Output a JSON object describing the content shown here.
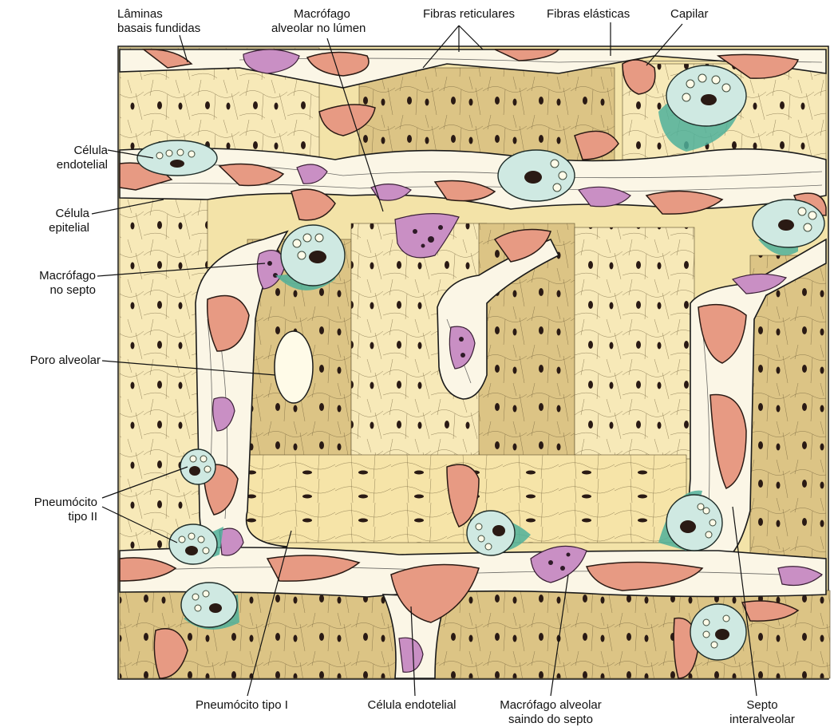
{
  "labels": {
    "laminas_basais": [
      "Lâminas",
      "basais fundidas"
    ],
    "macrofago_lumen": [
      "Macrófago",
      "alveolar no lúmen"
    ],
    "fibras_reticulares": "Fibras reticulares",
    "fibras_elasticas": "Fibras elásticas",
    "capilar": "Capilar",
    "celula_endotelial_left": [
      "Célula",
      "endotelial"
    ],
    "celula_epitelial": [
      "Célula",
      "epitelial"
    ],
    "macrofago_septo": [
      "Macrófago",
      "no septo"
    ],
    "poro_alveolar": "Poro alveolar",
    "pneumocito_ii": [
      "Pneumócito",
      "tipo II"
    ],
    "pneumocito_i": "Pneumócito tipo I",
    "celula_endotelial_bottom": "Célula endotelial",
    "macrofago_saindo": [
      "Macrófago alveolar",
      "saindo do septo"
    ],
    "septo_interalveolar": [
      "Septo",
      "interalveolar"
    ]
  },
  "colors": {
    "alveolar_wall": "#f5e7b3",
    "alveolar_shade": "#d9c48a",
    "capillary_rbc": "#e79a83",
    "macrophage": "#c98fc4",
    "pneumocyte_ii": "#cfe9e2",
    "pneumocyte_fuzz": "#4fb09a",
    "nucleus": "#2a1a14"
  }
}
